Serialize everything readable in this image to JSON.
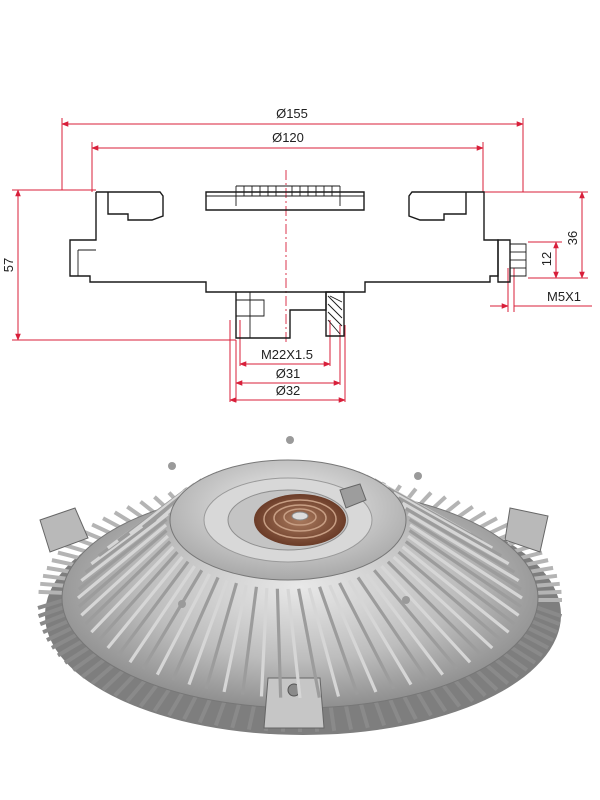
{
  "drawing": {
    "dimensions": {
      "outer_diameter": "Ø155",
      "inner_diameter": "Ø120",
      "height_total": "57",
      "height_right": "36",
      "height_pin": "12",
      "pin_thread": "M5X1",
      "hub_thread": "M22X1.5",
      "hub_diameter_small": "Ø31",
      "hub_diameter_large": "Ø32"
    },
    "colors": {
      "dimension_line": "#d81f3a",
      "outline": "#1a1a1a",
      "spring": "#7a4a35"
    }
  },
  "photo": {
    "icon": "viscous-fan-clutch-photo"
  }
}
